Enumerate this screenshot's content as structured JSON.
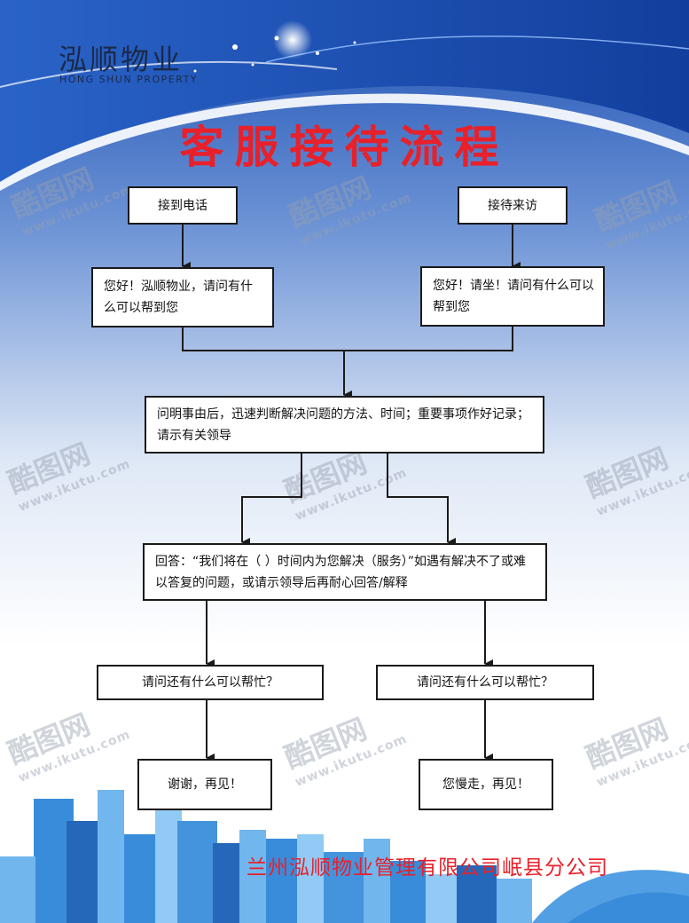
{
  "brand": {
    "name_cn": "泓顺物业",
    "name_en": "HONG SHUN PROPERTY"
  },
  "title": "客服接待流程",
  "colors": {
    "title": "#e8202a",
    "header_blue": "#1e5fbf",
    "box_border": "#1a1a1a",
    "footer_text": "#e8202a"
  },
  "flow": {
    "phone": "接到电话",
    "visit": "接待来访",
    "phone_greeting": "您好！泓顺物业，请问有什么可以帮到您",
    "visit_greeting": "您好！请坐！请问有什么可以帮到您",
    "assess": "问明事由后，迅速判断解决问题的方法、时间；重要事项作好记录；请示有关领导",
    "answer": "回答：“我们将在（    ）时间内为您解决（服务）”如遇有解决不了或难以答复的问题，或请示领导后再耐心回答/解释",
    "ask_left": "请问还有什么可以帮忙？",
    "ask_right": "请问还有什么可以帮忙？",
    "bye_left": "谢谢，再见！",
    "bye_right": "您慢走，再见！"
  },
  "footer": {
    "company": "兰州泓顺物业管理有限公司岷县分公司"
  },
  "watermark": {
    "logo": "酷图网",
    "url": "www.ikutu.com"
  }
}
